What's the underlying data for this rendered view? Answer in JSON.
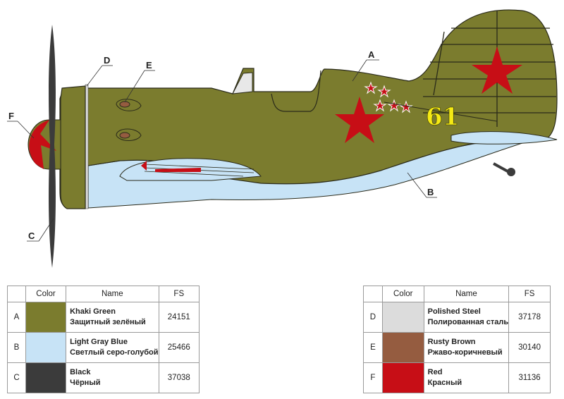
{
  "diagram": {
    "subject": "Fighter aircraft side-view painting scheme",
    "callouts": [
      {
        "letter": "A",
        "target": "fuselage upper surface"
      },
      {
        "letter": "B",
        "target": "lower surface"
      },
      {
        "letter": "C",
        "target": "propeller blade"
      },
      {
        "letter": "D",
        "target": "cowling ring"
      },
      {
        "letter": "E",
        "target": "gun ports"
      },
      {
        "letter": "F",
        "target": "spinner"
      }
    ],
    "fuselage_number": "61",
    "markings": {
      "national_insignia": "red star",
      "victory_stars": 5
    }
  },
  "tables": {
    "headers": {
      "letter": "",
      "color": "Color",
      "name": "Name",
      "fs": "FS"
    },
    "left": [
      {
        "letter": "A",
        "color": "#7b7c2e",
        "name_en": "Khaki Green",
        "name_ru": "Защитный зелёный",
        "fs": "24151"
      },
      {
        "letter": "B",
        "color": "#c7e3f6",
        "name_en": "Light Gray Blue",
        "name_ru": "Светлый серо-голубой",
        "fs": "25466"
      },
      {
        "letter": "C",
        "color": "#3b3b3b",
        "name_en": "Black",
        "name_ru": "Чёрный",
        "fs": "37038"
      }
    ],
    "right": [
      {
        "letter": "D",
        "color": "#dcdcdc",
        "name_en": "Polished Steel",
        "name_ru": "Полированная сталь",
        "fs": "37178"
      },
      {
        "letter": "E",
        "color": "#955c40",
        "name_en": "Rusty Brown",
        "name_ru": "Ржаво-коричневый",
        "fs": "30140"
      },
      {
        "letter": "F",
        "color": "#c70e16",
        "name_en": "Red",
        "name_ru": "Красный",
        "fs": "31136"
      }
    ]
  },
  "colors": {
    "khaki": "#7b7c2e",
    "blue": "#c7e3f6",
    "black": "#3b3b3b",
    "steel": "#dcdcdc",
    "brown": "#955c40",
    "red": "#c70e16",
    "yellow": "#f5ea14",
    "outline": "#2a2a1a"
  }
}
